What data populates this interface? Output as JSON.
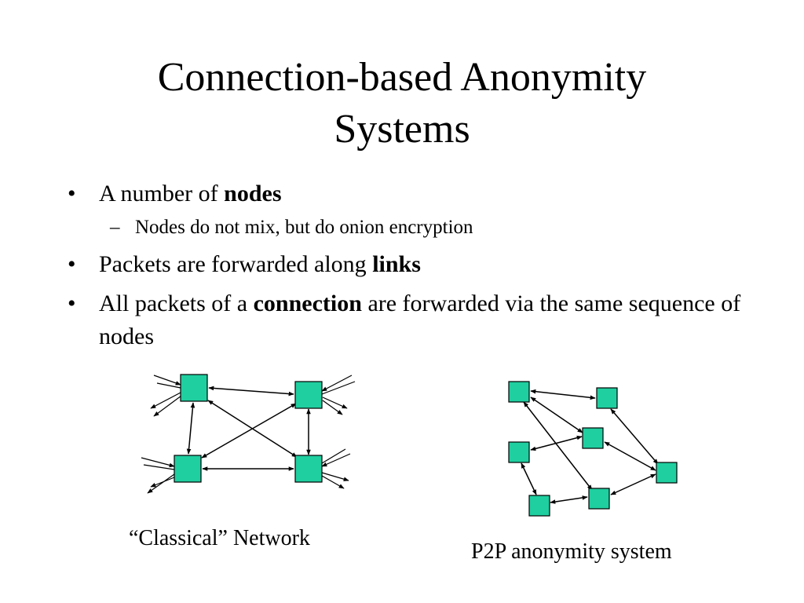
{
  "slide": {
    "title_line1": "Connection-based Anonymity",
    "title_line2": "Systems",
    "bullets": [
      {
        "symbol": "•",
        "text": "A number of ",
        "bold": "nodes",
        "after": ""
      },
      {
        "symbol": "–",
        "text": "Nodes do not mix, but do onion encryption"
      },
      {
        "symbol": "•",
        "text": "Packets are forwarded along ",
        "bold": "links",
        "after": ""
      },
      {
        "symbol": "•",
        "text": "All packets of a ",
        "bold": "connection",
        "after": " are forwarded via the same sequence of nodes"
      }
    ]
  },
  "diagrams": {
    "node_color": "#1fcf9f",
    "left_caption": "“Classical” Network",
    "right_caption": "P2P anonymity system"
  }
}
